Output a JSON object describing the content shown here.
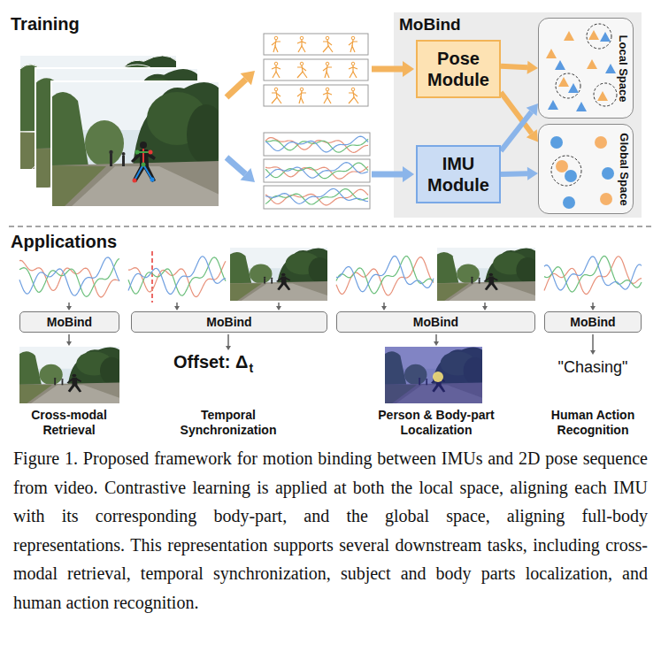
{
  "diagram": {
    "caption": "Figure 1. Proposed framework for motion binding between IMUs and 2D pose sequence from video. Contrastive learning is applied at both the local space, aligning each IMU with its corresponding body-part, and the global space, aligning full-body representations. This representation supports several downstream tasks, including cross-modal retrieval, temporal synchronization, subject and body parts localization, and human action recognition.",
    "nodes": [
      {
        "text": [
          "MoBind"
        ]
      },
      {
        "text": [
          "Pose Module"
        ],
        "in": 0
      },
      {
        "text": [
          "Local Space"
        ],
        "in": 0
      },
      {
        "text": [
          "IMU Module"
        ],
        "in": 0
      },
      {
        "text": [
          "Global Space"
        ],
        "in": 0
      },
      {
        "text": [
          "MoBind"
        ]
      },
      {
        "text": [
          "MoBind"
        ]
      },
      {
        "text": [
          "MoBind"
        ]
      },
      {
        "text": [
          "MoBind"
        ]
      }
    ],
    "edges": [
      {
        "from": 1,
        "to": 2,
        "arrow": "to"
      },
      {
        "from": 1,
        "to": 4,
        "arrow": "to"
      },
      {
        "from": 3,
        "to": 2,
        "arrow": "to"
      },
      {
        "from": 3,
        "to": 4,
        "arrow": "to"
      }
    ],
    "labels": [
      "Training",
      "Applications",
      "Offset: Δ",
      "t",
      "\"Chasing\"",
      "Cross-modal Retrieval",
      "Temporal Synchronization",
      "Person & Body-part Localization",
      "Human Action Recognition"
    ]
  }
}
